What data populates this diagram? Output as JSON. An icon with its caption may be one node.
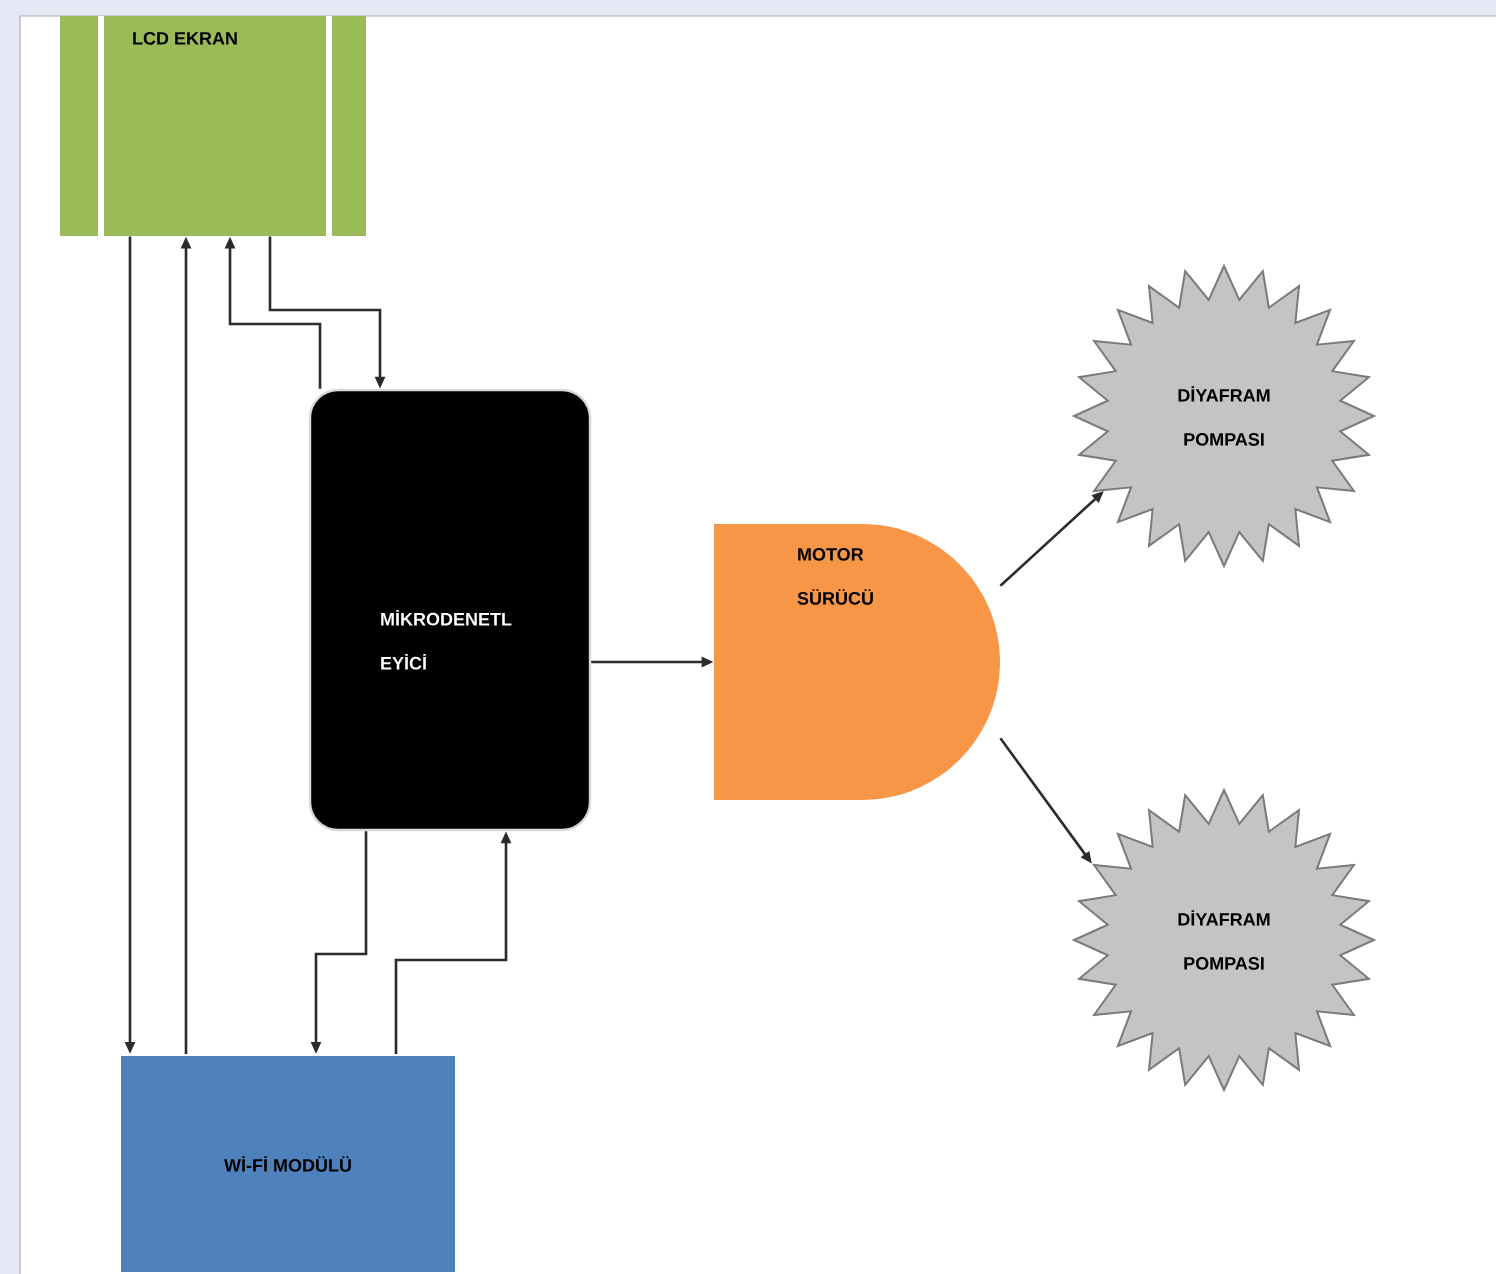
{
  "diagram": {
    "nodes": [
      {
        "text": [
          "LCD EKRAN"
        ]
      },
      {
        "text": [
          "MİKRODENETL EYİCİ"
        ]
      },
      {
        "text": [
          "MOTOR SÜRÜCÜ"
        ]
      },
      {
        "text": [
          "DİYAFRAM POMPASI"
        ]
      },
      {
        "text": [
          "DİYAFRAM POMPASI"
        ]
      },
      {
        "text": [
          "Wİ-Fİ MODÜLÜ"
        ]
      }
    ],
    "edges": [
      {
        "from": 0,
        "to": 5,
        "arrow": "to"
      },
      {
        "from": 5,
        "to": 0,
        "arrow": "to"
      },
      {
        "from": 1,
        "to": 0,
        "arrow": "to"
      },
      {
        "from": 0,
        "to": 1,
        "arrow": "to"
      },
      {
        "from": 1,
        "to": 5,
        "arrow": "to"
      },
      {
        "from": 5,
        "to": 1,
        "arrow": "to"
      },
      {
        "from": 1,
        "to": 2,
        "arrow": "to"
      },
      {
        "from": 2,
        "to": 3,
        "arrow": "to"
      },
      {
        "from": 2,
        "to": 4,
        "arrow": "to"
      }
    ]
  }
}
